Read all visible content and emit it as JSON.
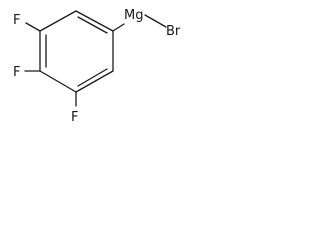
{
  "molecule": {
    "labels": {
      "fluorine_top": "F",
      "fluorine_middle": "F",
      "fluorine_bottom": "F",
      "magnesium": "Mg",
      "bromine": "Br"
    }
  }
}
